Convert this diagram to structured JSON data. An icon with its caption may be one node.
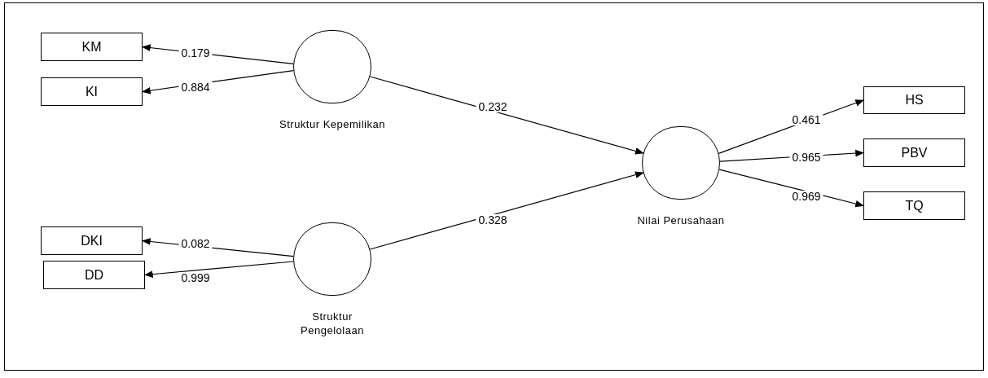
{
  "diagram": {
    "nodes": [
      {
        "text": [
          "KM"
        ]
      },
      {
        "text": [
          "KI"
        ]
      },
      {
        "text": [
          "Struktur Kepemilikan"
        ]
      },
      {
        "text": [
          "DKI"
        ]
      },
      {
        "text": [
          "DD"
        ]
      },
      {
        "text": [
          "Struktur Pengelolaan"
        ]
      },
      {
        "text": [
          "Nilai Perusahaan"
        ]
      },
      {
        "text": [
          "HS"
        ]
      },
      {
        "text": [
          "PBV"
        ]
      },
      {
        "text": [
          "TQ"
        ]
      }
    ],
    "edges": [
      {
        "from": 2,
        "to": 0,
        "arrow": "to",
        "label": "0.179"
      },
      {
        "from": 2,
        "to": 1,
        "arrow": "to",
        "label": "0.884"
      },
      {
        "from": 2,
        "to": 6,
        "arrow": "to",
        "label": "0.232"
      },
      {
        "from": 5,
        "to": 3,
        "arrow": "to",
        "label": "0.082"
      },
      {
        "from": 5,
        "to": 4,
        "arrow": "to",
        "label": "0.999"
      },
      {
        "from": 5,
        "to": 6,
        "arrow": "to",
        "label": "0.328"
      },
      {
        "from": 6,
        "to": 7,
        "arrow": "to",
        "label": "0.461"
      },
      {
        "from": 6,
        "to": 8,
        "arrow": "to",
        "label": "0.965"
      },
      {
        "from": 6,
        "to": 9,
        "arrow": "to",
        "label": "0.969"
      }
    ]
  }
}
